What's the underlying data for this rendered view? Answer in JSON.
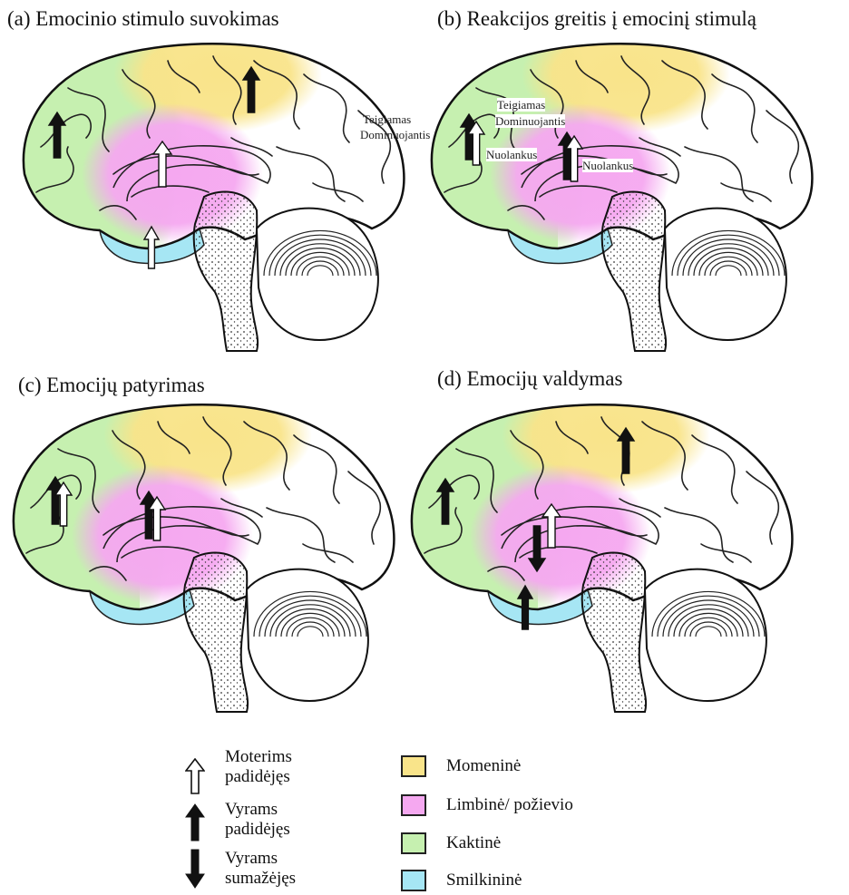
{
  "panels": [
    {
      "title": "(a) Emocinio stimulo suvokimas"
    },
    {
      "title": "(b) Reakcijos greitis į emocinį stimulą",
      "notes": {
        "teigiamas": "Teigiamas",
        "dominuojantis": "Dominuojantis",
        "nuolankus": "Nuolankus"
      }
    },
    {
      "title": "(c) Emocijų patyrimas"
    },
    {
      "title": "(d) Emocijų valdymas"
    }
  ],
  "panel_a_notes": {
    "teigiamas": "Teigiamas",
    "dominuojantis": "Dominuojantis"
  },
  "legend": {
    "arrows": [
      {
        "line1": "Moterims",
        "line2": "padidėjęs",
        "kind": "white-up"
      },
      {
        "line1": "Vyrams",
        "line2": "padidėjęs",
        "kind": "black-up"
      },
      {
        "line1": "Vyrams",
        "line2": "sumažėjęs",
        "kind": "black-down"
      }
    ],
    "regions": [
      {
        "label": "Momeninė",
        "color": "#f9e48a"
      },
      {
        "label": "Limbinė/ požievio",
        "color": "#f5a8f0"
      },
      {
        "label": "Kaktinė",
        "color": "#c6f0b0"
      },
      {
        "label": "Smilkininė",
        "color": "#a6e6f4"
      }
    ]
  },
  "colors": {
    "parietal": "#f9e48a",
    "limbic": "#f5a8f0",
    "frontal": "#c6f0b0",
    "temporal": "#a6e6f4"
  }
}
